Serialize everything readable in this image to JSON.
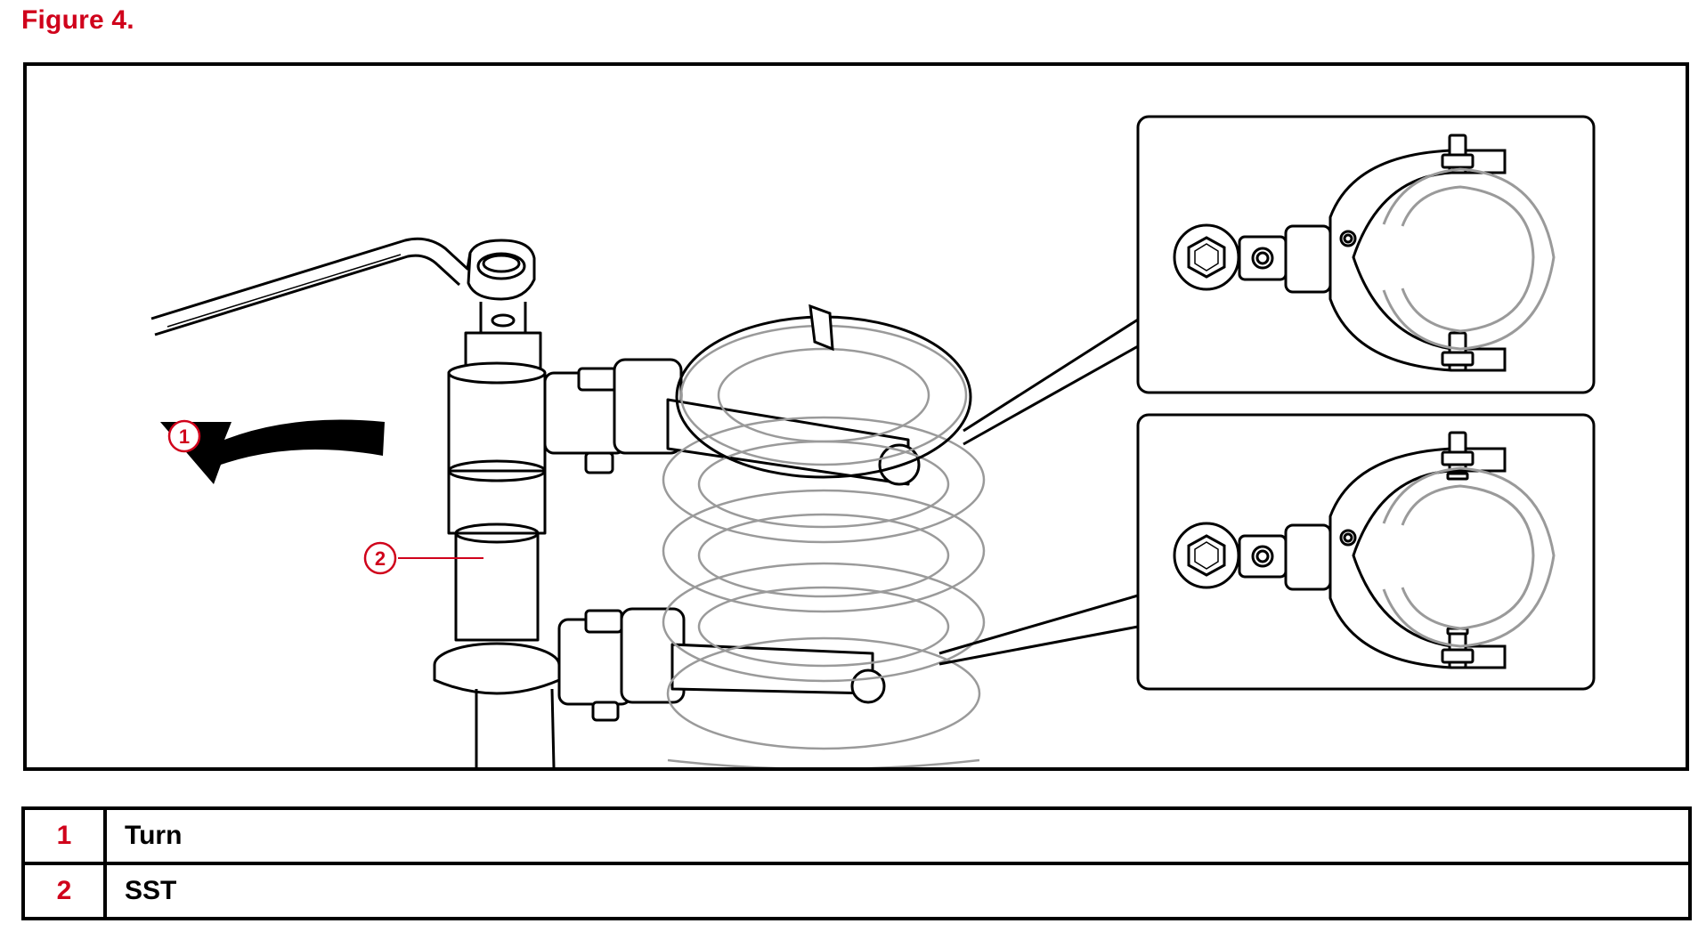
{
  "figure": {
    "title": "Figure 4."
  },
  "callouts": [
    {
      "number": "1"
    },
    {
      "number": "2"
    }
  ],
  "legend": [
    {
      "number": "1",
      "label": "Turn"
    },
    {
      "number": "2",
      "label": "SST"
    }
  ],
  "colors": {
    "accent": "#d0021b",
    "line": "#000000",
    "light_line": "#9a9a9a"
  }
}
